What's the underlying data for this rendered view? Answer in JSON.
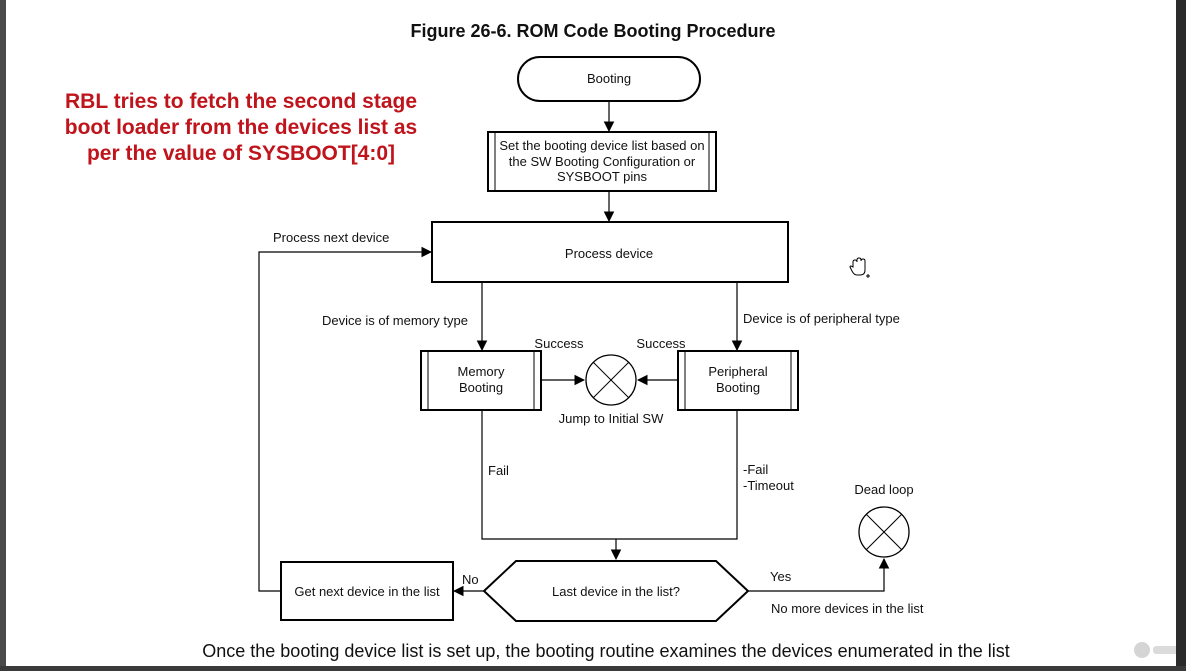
{
  "figure": {
    "title": "Figure 26-6. ROM Code Booting Procedure",
    "note_lines": [
      "RBL tries to fetch the second stage",
      "boot loader from the devices list as",
      "per the value of SYSBOOT[4:0]"
    ],
    "caption": "Once the booting device list is set up, the booting routine examines the devices enumerated in the list"
  },
  "nodes": {
    "booting": "Booting",
    "set_list_lines": [
      "Set the booting device list based on",
      "the SW Booting Configuration  or",
      "SYSBOOT pins"
    ],
    "process_device": "Process device",
    "memory_lines": [
      "Memory",
      "Booting"
    ],
    "peripheral_lines": [
      "Peripheral",
      "Booting"
    ],
    "jump": "Jump to Initial SW",
    "last_device": "Last device in the list?",
    "get_next": "Get next device in the list",
    "dead_loop": "Dead loop"
  },
  "edges": {
    "process_next": "Process next device",
    "memory_type": "Device is of memory type",
    "peripheral_type": "Device is of peripheral type",
    "success_left": "Success",
    "success_right": "Success",
    "fail": "Fail",
    "fail_timeout_lines": [
      "-Fail",
      "-Timeout"
    ],
    "yes": "Yes",
    "no": "No",
    "no_more": "No more devices in the list"
  },
  "colors": {
    "note": "#c0141c",
    "stroke": "#000000",
    "background": "#ffffff"
  },
  "icons": {
    "cursor": "hand-cursor-icon",
    "watermark": "udemy-logo"
  }
}
